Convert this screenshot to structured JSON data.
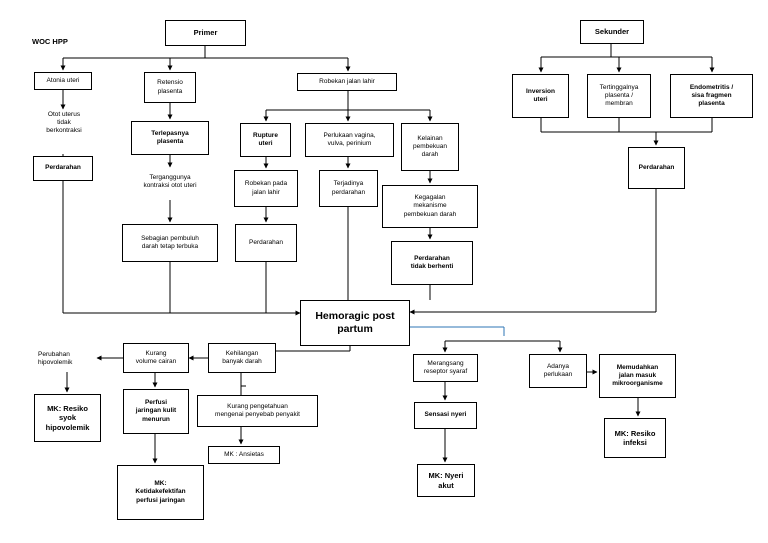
{
  "title": "WOC HPP",
  "nodes": {
    "primer": "Primer",
    "sekunder": "Sekunder",
    "atonia": "Atonia uteri",
    "retensio": "Retensio\nplasenta",
    "robekan_jalan": "Robekan jalan lahir",
    "inversion": "Inversion\nuteri",
    "tertinggal": "Tertinggalnya\nplasenta /\nmembran",
    "endometritis": "Endometritis /\nsisa fragmen\nplasenta",
    "otot": "Otot uterus\ntidak\nberkontraksi",
    "perdarahan1": "Perdarahan",
    "terlepasnya": "Terlepasnya\nplasenta",
    "terganggu": "Terganggunya\nkontraksi otot uteri",
    "sebagian": "Sebagian pembuluh\ndarah tetap terbuka",
    "rupture": "Rupture\nuteri",
    "robekan_pada": "Robekan pada\njalan lahir",
    "perdarahan2": "Perdarahan",
    "perlukaan": "Perlukaan vagina,\nvulva, perinium",
    "terjadinya": "Terjadinya\nperdarahan",
    "kelainan": "Kelainan\npembekuan\ndarah",
    "kegagalan": "Kegagalan\nmekanisme\npembekuan darah",
    "perdarahan_tidak": "Perdarahan\ntidak berhenti",
    "perdarahan3": "Perdarahan",
    "hemoragic": "Hemoragic post\npartum",
    "kehilangan": "Kehilangan\nbanyak darah",
    "kurang_volume": "Kurang\nvolume cairan",
    "perubahan": "Perubahan\nhipovolemik",
    "mk_resiko_syok": "MK: Resiko\nsyok\nhipovolemik",
    "perfusi": "Perfusi\njaringan kulit\nmenurun",
    "mk_ketidakefektifan": "MK:\nKetidakefektifan\nperfusi jaringan",
    "kurang_pengetahuan": "Kurang pengetahuan\nmengenai penyebab penyakit",
    "mk_ansietas": "MK : Ansietas",
    "merangsang": "Merangsang\nreseptor syaraf",
    "sensasi": "Sensasi nyeri",
    "mk_nyeri": "MK: Nyeri\nakut",
    "adanya": "Adanya\nperlukaan",
    "memudahkan": "Memudahkan\njalan masuk\nmikroorganisme",
    "mk_infeksi": "MK: Resiko\ninfeksi"
  },
  "colors": {
    "line": "#000000",
    "accent_line": "#2e75b6",
    "box_border": "#000000"
  }
}
